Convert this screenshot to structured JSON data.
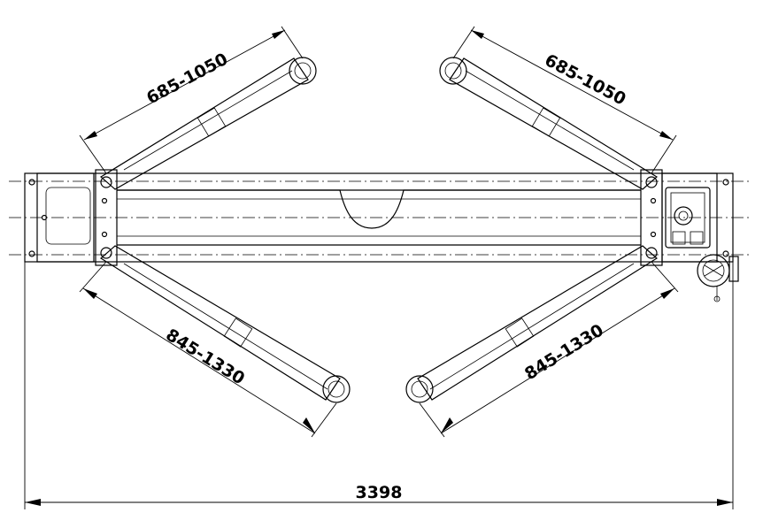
{
  "dimensions": {
    "upper_left_arm": "685-1050",
    "upper_right_arm": "685-1050",
    "lower_left_arm": "845-1330",
    "lower_right_arm": "845-1330",
    "overall_width": "3398"
  }
}
